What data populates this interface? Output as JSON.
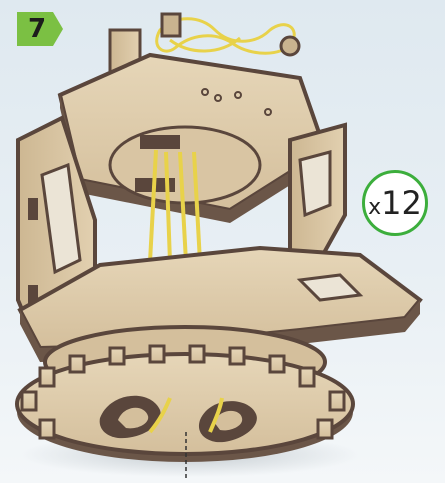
{
  "step": {
    "number": "7",
    "badge_color": "#7bc043"
  },
  "quantity": {
    "prefix": "x",
    "count": "12",
    "ring_color": "#3cae3c"
  },
  "illustration": {
    "name": "wooden-gear-assembly",
    "wood_color": "#dcc8a8",
    "edge_color": "#5a463c",
    "string_color": "#e8d24a"
  }
}
